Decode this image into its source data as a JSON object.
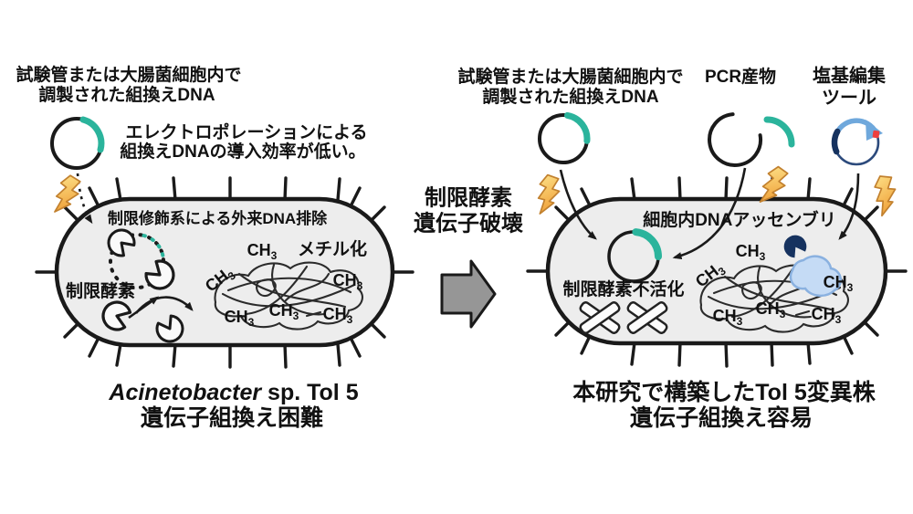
{
  "labels": {
    "methyl_base": "CH",
    "methyl_sub": "3"
  },
  "left": {
    "prep_line1": "試験管または大腸菌細胞内で",
    "prep_line2": "調製された組換えDNA",
    "electro_line1": "エレクトロポレーションによる",
    "electro_line2": "組換えDNAの導入効率が低い。",
    "cell_label": "制限修飾系による外来DNA排除",
    "enzyme_label": "制限酵素",
    "methylation_label": "メチル化",
    "caption_species": "Acinetobacter",
    "caption_strain": " sp. Tol 5",
    "caption_line2": "遺伝子組換え困難"
  },
  "center": {
    "line1": "制限酵素",
    "line2": "遺伝子破壊"
  },
  "right": {
    "prep_line1": "試験管または大腸菌細胞内で",
    "prep_line2": "調製された組換えDNA",
    "pcr_label": "PCR産物",
    "base_edit_line1": "塩基編集",
    "base_edit_line2": "ツール",
    "cell_label": "細胞内DNAアッセンブリ",
    "inactivation_label": "制限酵素不活化",
    "caption_line1": "本研究で構築したTol 5変異株",
    "caption_line2": "遺伝子組換え容易"
  },
  "colors": {
    "teal": "#2bb49c",
    "outline": "#1a1a1a",
    "cell_fill": "#ededed",
    "gray_arrow": "#969696",
    "navy": "#16325f",
    "blue_arrow": "#6fa8dc",
    "red_dot": "#ee3f3f",
    "blob_fill": "#c5dbf5",
    "blob_stroke": "#8ab1e0",
    "bolt_top": "#fde189",
    "bolt_bottom": "#f0a23a",
    "bolt_stroke": "#c2812f",
    "scribble": "#2b2b2b"
  }
}
